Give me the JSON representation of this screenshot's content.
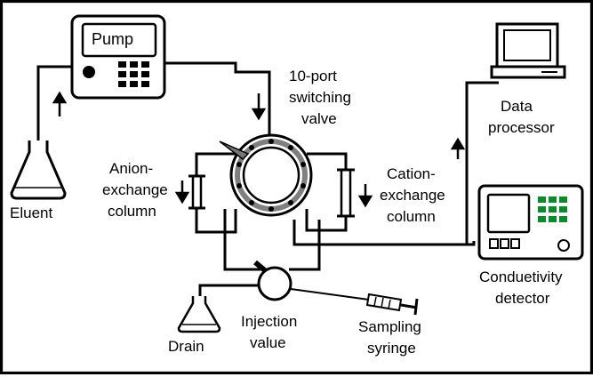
{
  "labels": {
    "pump": "Pump",
    "valve": [
      "10-port",
      "switching",
      "valve"
    ],
    "eluent": "Eluent",
    "anion": [
      "Anion-",
      "exchange",
      "column"
    ],
    "cation": [
      "Cation-",
      "exchange",
      "column"
    ],
    "data_processor": [
      "Data",
      "processor"
    ],
    "detector": [
      "Conduetivity",
      "detector"
    ],
    "drain": "Drain",
    "injection": [
      "Injection",
      "value"
    ],
    "syringe": [
      "Sampling",
      "syringe"
    ]
  },
  "colors": {
    "line": "#000000",
    "background": "#ffffff",
    "column_fill": "#ffffff",
    "valve_ring": "#7f7f7f"
  }
}
